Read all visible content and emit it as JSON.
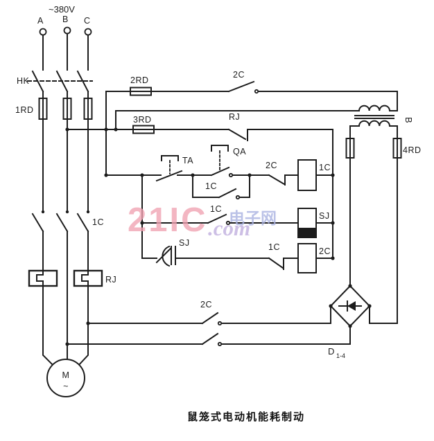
{
  "supply": {
    "voltage": "~380V",
    "phase_a": "A",
    "phase_b": "B",
    "phase_c": "C"
  },
  "labels": {
    "hk": "HK",
    "rd1": "1RD",
    "rd2": "2RD",
    "rd3": "3RD",
    "rd4": "4RD",
    "c2_top": "2C",
    "rj_nc": "RJ",
    "ta": "TA",
    "qa": "QA",
    "c1_selfhold": "1C",
    "c2_nc": "2C",
    "c1_coil": "1C",
    "c1_aux": "1C",
    "sj_coil": "SJ",
    "sj_contact": "SJ",
    "c1_nc": "1C",
    "c2_coil": "2C",
    "c1_main": "1C",
    "rj_thermal": "RJ",
    "c2_brake": "2C",
    "transformer": "B",
    "bridge_d": "D",
    "bridge_sub": "1-4",
    "motor_m": "M",
    "motor_wave": "~"
  },
  "watermark": {
    "brand": "21IC",
    "cn": "电子网",
    "suffix": ".com"
  },
  "caption": "鼠笼式电动机能耗制动",
  "colors": {
    "line": "#1c1c1c",
    "background": "#ffffff",
    "watermark_pink": "#f0a2b2",
    "watermark_blue": "#a9b1e1",
    "watermark_purple": "#bfaede"
  }
}
